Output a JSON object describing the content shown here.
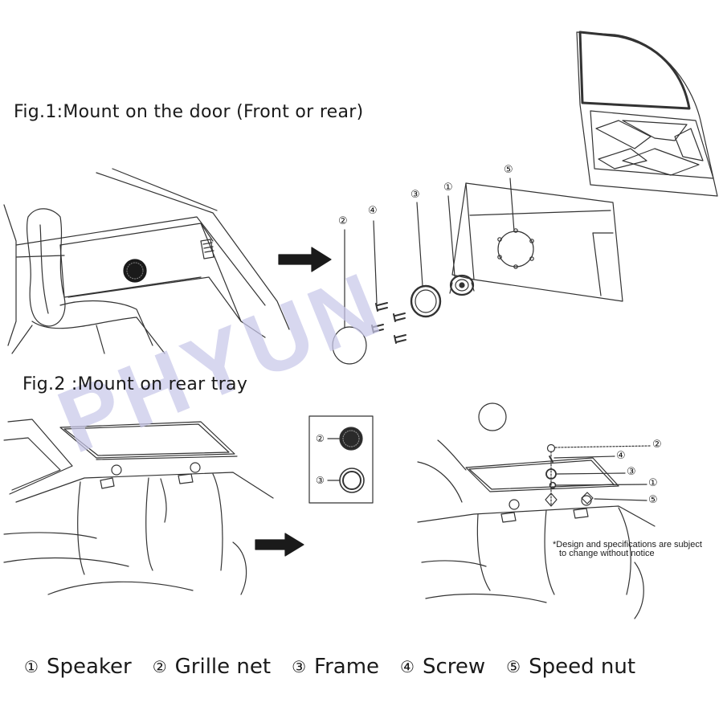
{
  "fig1": {
    "title": "Fig.1:Mount on the door (Front or rear)"
  },
  "fig2": {
    "title": "Fig.2 :Mount on rear tray"
  },
  "watermark": "PHYUN",
  "callouts": {
    "c1": "①",
    "c2": "②",
    "c3": "③",
    "c4": "④",
    "c5": "⑤"
  },
  "inset_callouts": {
    "grille": "②",
    "frame": "③"
  },
  "note": {
    "line1": "*Design and specifications are subject",
    "line2": "to change without notice"
  },
  "legend": [
    {
      "num": "①",
      "label": "Speaker"
    },
    {
      "num": "②",
      "label": "Grille net"
    },
    {
      "num": "③",
      "label": "Frame"
    },
    {
      "num": "④",
      "label": "Screw"
    },
    {
      "num": "⑤",
      "label": "Speed nut"
    }
  ],
  "icons": {
    "arrow": "arrow-right-icon",
    "grille": "grille-net-icon",
    "speaker": "speaker-icon",
    "screw": "screw-icon",
    "frame": "frame-ring-icon"
  }
}
